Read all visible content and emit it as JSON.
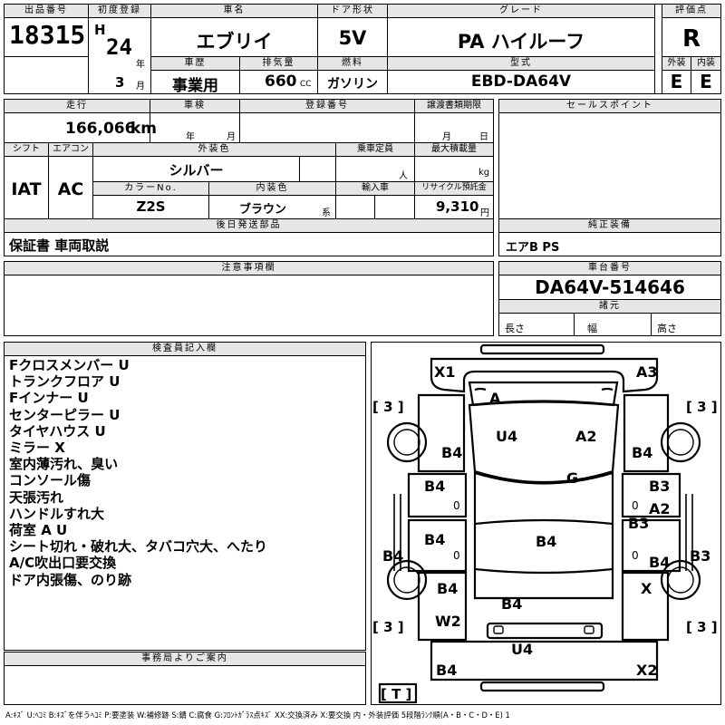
{
  "top": {
    "lot_no_label": "出品番号",
    "lot_no": "18315",
    "first_reg_label": "初度登録",
    "era": "H",
    "year": "24",
    "year_unit": "年",
    "month": "3",
    "month_unit": "月",
    "car_name_label": "車名",
    "car_name": "エブリイ",
    "door_label": "ドア形状",
    "door": "5V",
    "grade_label": "グレード",
    "grade": "PA ハイルーフ",
    "score_label": "評価点",
    "score": "R",
    "history_label": "車歴",
    "history": "事業用",
    "displacement_label": "排気量",
    "displacement": "660",
    "displacement_unit": "CC",
    "fuel_label": "燃料",
    "fuel": "ガソリン",
    "model_label": "型式",
    "model": "EBD-DA64V",
    "exterior_label": "外装",
    "exterior": "E",
    "interior_label": "内装",
    "interior": "E"
  },
  "mid": {
    "mileage_label": "走行",
    "mileage": "166,066",
    "mileage_unit": "km",
    "inspection_label": "車検",
    "inspection_year_unit": "年",
    "inspection_month_unit": "月",
    "reg_no_label": "登録番号",
    "transfer_label": "譲渡書類期限",
    "transfer_month_unit": "月",
    "transfer_day_unit": "日",
    "shift_label": "シフト",
    "shift": "IAT",
    "aircon_label": "エアコン",
    "aircon": "AC",
    "ext_color_label": "外装色",
    "ext_color": "シルバー",
    "capacity_label": "乗車定員",
    "capacity_unit": "人",
    "max_load_label": "最大積載量",
    "max_load_unit": "kg",
    "color_no_label": "カラーNo.",
    "color_no": "Z2S",
    "int_color_label": "内装色",
    "int_color": "ブラウン",
    "int_color_suffix": "系",
    "import_label": "輸入車",
    "recycle_label": "リサイクル預託金",
    "recycle": "9,310",
    "recycle_unit": "円",
    "later_parts_label": "後日発送部品",
    "later_parts": "保証書 車両取説",
    "sales_point_label": "セールスポイント",
    "genuine_label": "純正装備",
    "genuine": "エアB PS",
    "notes_label": "注意事項欄",
    "chassis_label": "車台番号",
    "chassis": "DA64V-514646",
    "specs_label": "諸元",
    "length_label": "長さ",
    "width_label": "幅",
    "height_label": "高さ"
  },
  "inspector": {
    "label": "検査員記入欄",
    "lines": [
      "Fクロスメンバー U",
      "トランクフロア U",
      "Fインナー U",
      "センターピラー U",
      "タイヤハウス U",
      "ミラー X",
      "室内薄汚れ、臭い",
      "コンソール傷",
      "天張汚れ",
      "ハンドルすれ大",
      "荷室 A U",
      "シート切れ・破れ大、タバコ穴大、へたり",
      "A/C吹出口要交換",
      "ドア内張傷、のり跡"
    ]
  },
  "office": {
    "label": "事務局よりご案内"
  },
  "diagram": {
    "marks": {
      "x1": "X1",
      "a3": "A3",
      "a": "A",
      "u4_top": "U4",
      "a2_top": "A2",
      "b4_fl": "B4",
      "b4_fr": "B4",
      "g": "G",
      "b4_l1": "B4",
      "b3_r1": "B3",
      "a2_r": "A2",
      "b3_r2": "B3",
      "b4_lout": "B4",
      "b4_l2": "B4",
      "b4_center": "B4",
      "b4_r2": "B4",
      "b3_rout": "B3",
      "b4_l3": "B4",
      "x_r": "X",
      "b4_rear": "B4",
      "w2": "W2",
      "u4_bottom": "U4",
      "b4_bl": "B4",
      "x2": "X2",
      "zero1": "0",
      "zero2": "0",
      "zero3": "0",
      "zero4": "0",
      "tire_fl": "[ 3 ]",
      "tire_fr": "[ 3 ]",
      "tire_rl": "[ 3 ]",
      "tire_rr": "[ 3 ]",
      "spare": "[ T ]"
    }
  },
  "legend": "A:ｷｽﾞ U:ﾍｺﾐ B:ｷｽﾞを伴うﾍｺﾐ P:要塗装 W:補修跡 S:錆 C:腐食 G:ﾌﾛﾝﾄｶﾞﾗｽ点ｷｽﾞ XX:交換済み X:要交換 内・外装評価 5段階ﾗﾝｸ順(A・B・C・D・E) 1"
}
